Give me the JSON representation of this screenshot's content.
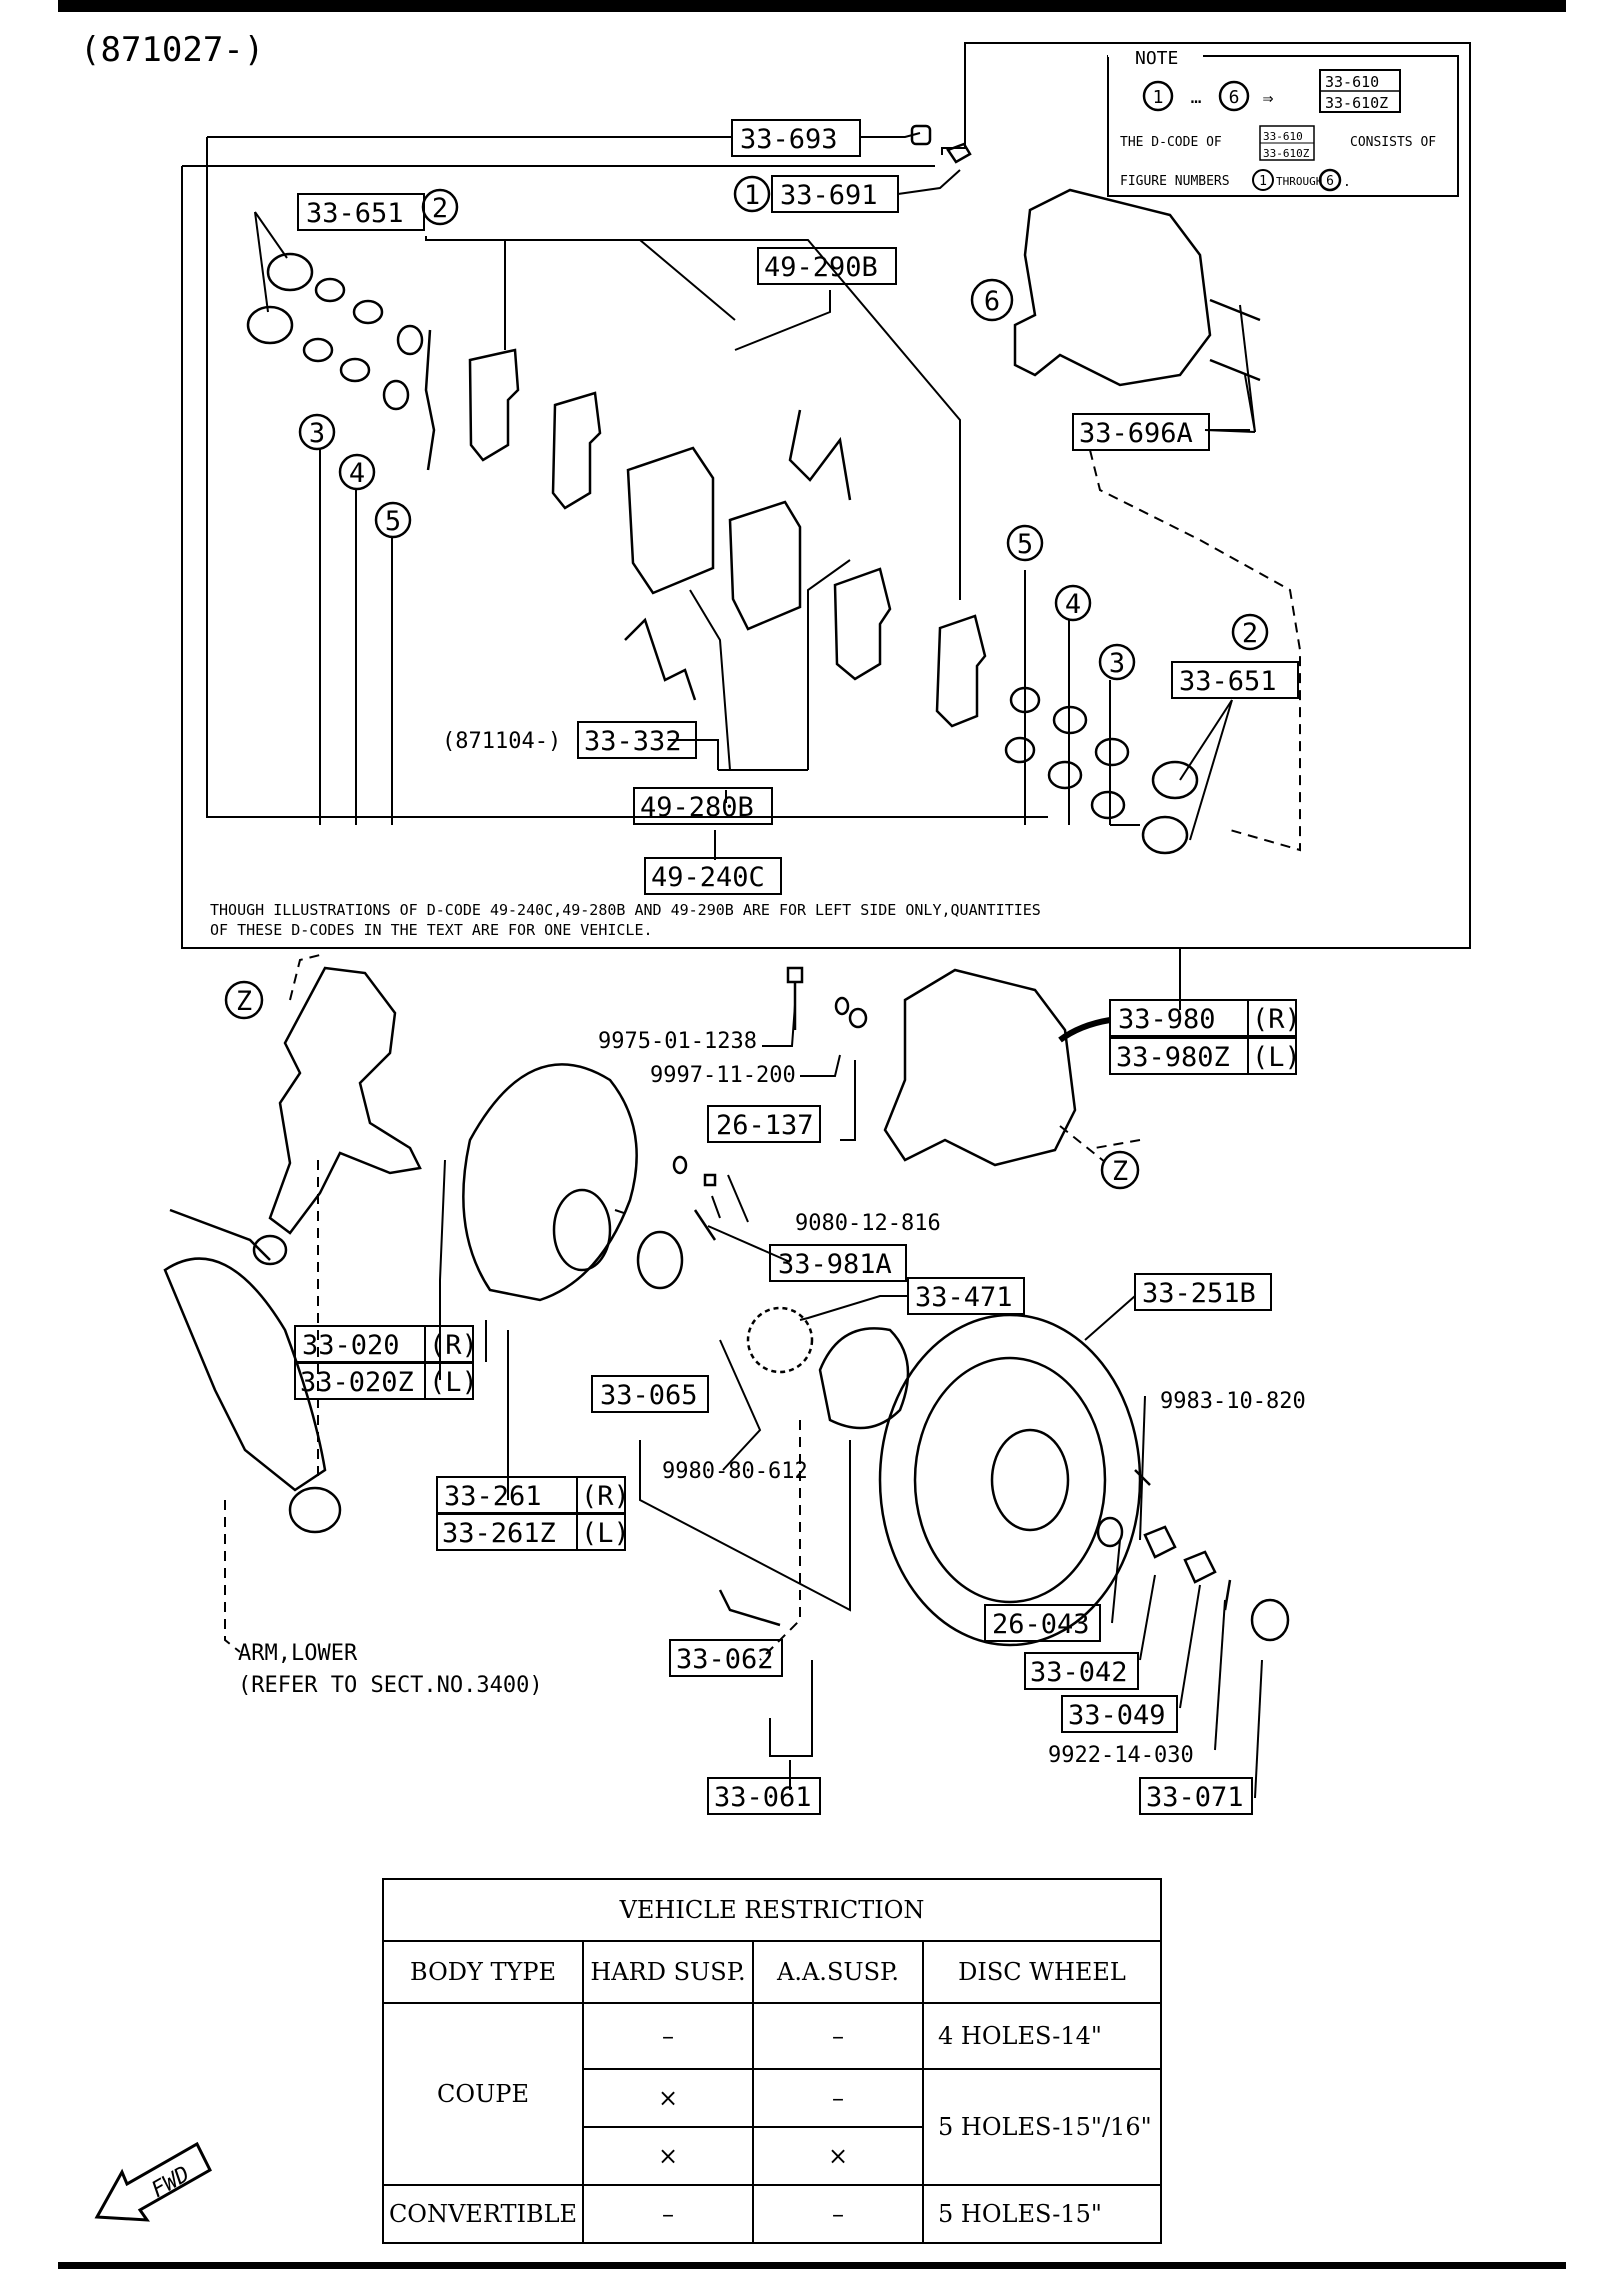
{
  "header_code": "(871027-)",
  "note": {
    "title": "NOTE",
    "range_from": "1",
    "range_dots": "…",
    "range_to": "6",
    "arrow": "⇒",
    "codes": [
      "33-610",
      "33-610Z"
    ],
    "line2_pre": "THE D-CODE OF",
    "line2_post": "CONSISTS OF",
    "line3_pre": "FIGURE NUMBERS",
    "line3_mid": "THROUGH",
    "line3_end": "."
  },
  "kit_note": {
    "line1": "THOUGH ILLUSTRATIONS OF D-CODE 49-240C,49-280B AND 49-290B ARE FOR LEFT SIDE ONLY,QUANTITIES",
    "line2": "OF THESE D-CODES IN THE TEXT ARE FOR ONE VEHICLE."
  },
  "callouts": {
    "c1": "1",
    "c2": "2",
    "c3": "3",
    "c4": "4",
    "c5": "5",
    "c6": "6",
    "z": "Z"
  },
  "parts": {
    "p33_693": "33-693",
    "p33_691": "33-691",
    "p33_651_a": "33-651",
    "p33_651_b": "33-651",
    "p49_290b": "49-290B",
    "p33_696a": "33-696A",
    "p33_332_prefix": "(871104-)",
    "p33_332": "33-332",
    "p49_280b": "49-280B",
    "p49_240c": "49-240C",
    "p33_980": "33-980",
    "p33_980_side": "(R)",
    "p33_980z": "33-980Z",
    "p33_980z_side": "(L)",
    "p9975": "9975-01-1238",
    "p9997": "9997-11-200",
    "p26_137": "26-137",
    "p9080": "9080-12-816",
    "p33_981a": "33-981A",
    "p33_471": "33-471",
    "p33_251b": "33-251B",
    "p33_020": "33-020",
    "p33_020_side": "(R)",
    "p33_020z": "33-020Z",
    "p33_020z_side": "(L)",
    "p33_065": "33-065",
    "p9983": "9983-10-820",
    "p9980": "9980-80-612",
    "p33_261": "33-261",
    "p33_261_side": "(R)",
    "p33_261z": "33-261Z",
    "p33_261z_side": "(L)",
    "p26_043": "26-043",
    "p33_042": "33-042",
    "p33_049": "33-049",
    "p9922": "9922-14-030",
    "p33_062": "33-062",
    "p33_061": "33-061",
    "p33_071": "33-071",
    "arm_line1": "ARM,LOWER",
    "arm_line2": "(REFER TO SECT.NO.3400)"
  },
  "restriction_table": {
    "title": "VEHICLE  RESTRICTION",
    "headers": [
      "BODY TYPE",
      "HARD SUSP.",
      "A.A.SUSP.",
      "DISC WHEEL"
    ],
    "rows": [
      {
        "body": "COUPE",
        "hard": "–",
        "aa": "–",
        "wheel": "4 HOLES-14\""
      },
      {
        "body": "",
        "hard": "×",
        "aa": "–",
        "wheel": "5 HOLES-15\"/16\""
      },
      {
        "body": "",
        "hard": "×",
        "aa": "×",
        "wheel": ""
      },
      {
        "body": "CONVERTIBLE",
        "hard": "–",
        "aa": "–",
        "wheel": "5 HOLES-15\""
      }
    ]
  },
  "fwd_label": "FWD"
}
